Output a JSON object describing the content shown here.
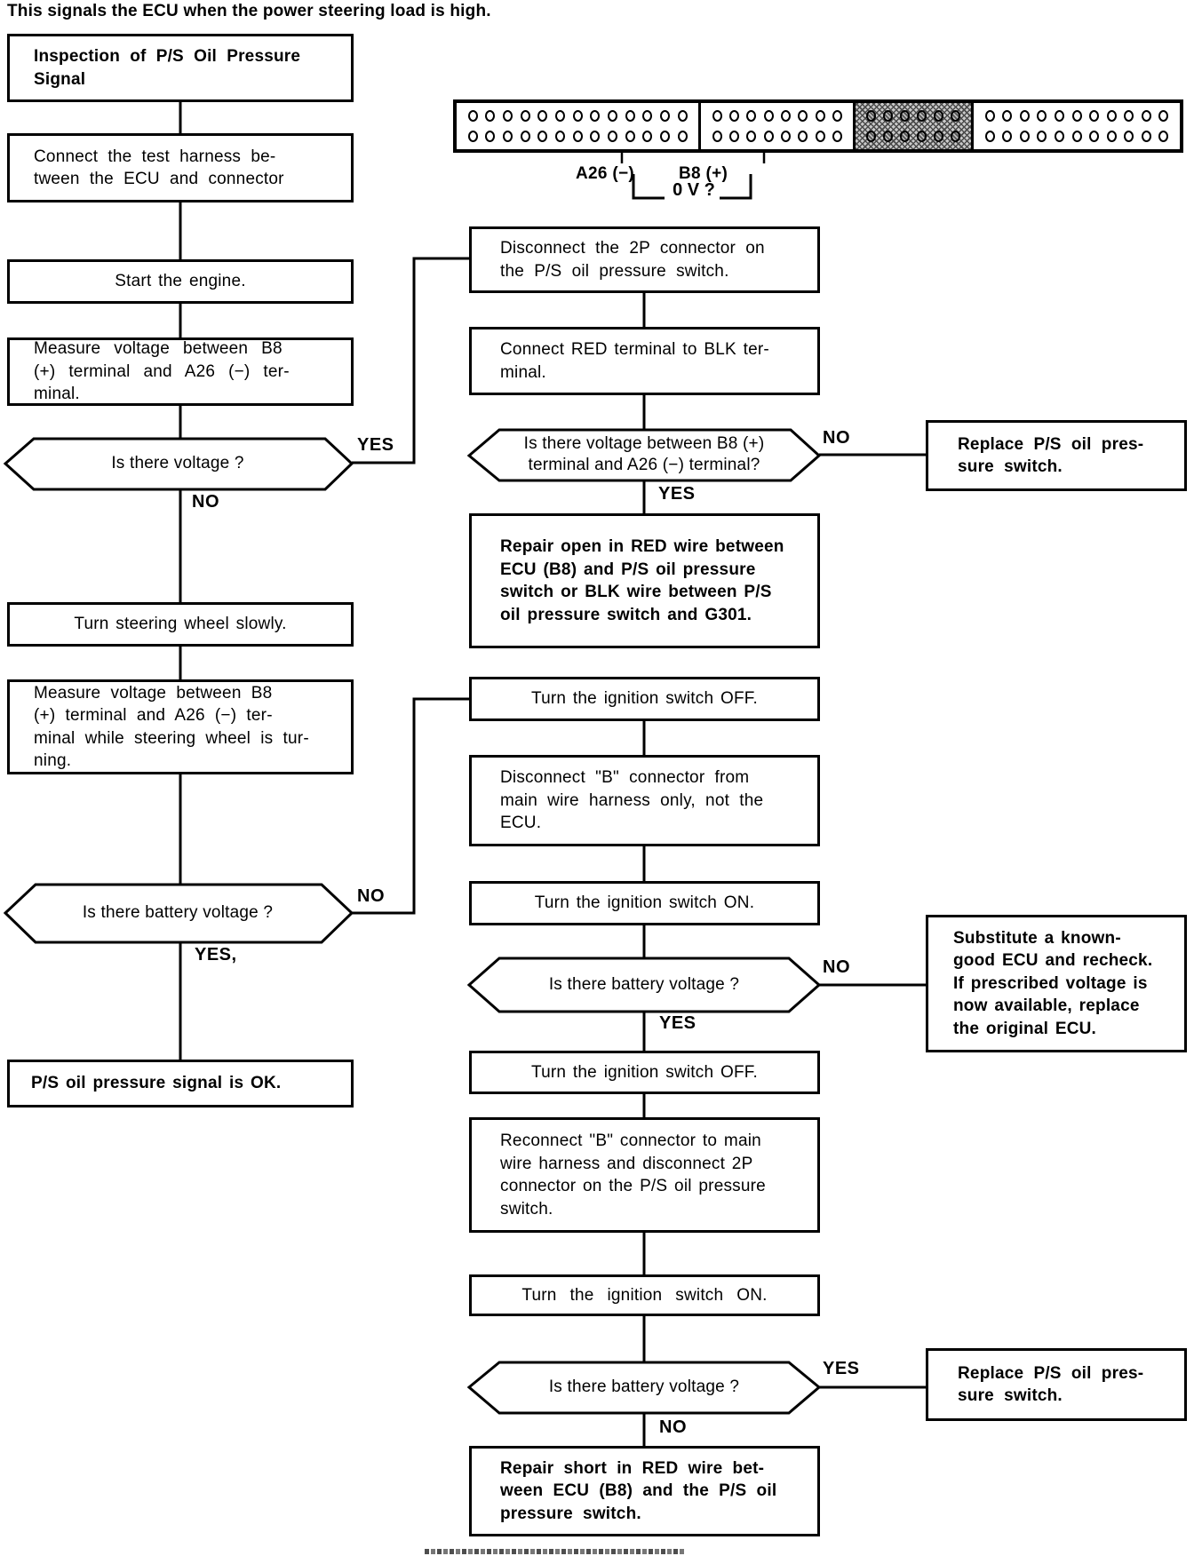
{
  "intro": "This signals the ECU when the power steering load is high.",
  "edge_labels": {
    "yes": "YES",
    "no": "NO",
    "yes_comma": "YES,"
  },
  "connector_diagram": {
    "rows": 2,
    "sections": [
      {
        "cols": 13,
        "hatched": false
      },
      {
        "cols": 8,
        "hatched": false
      },
      {
        "cols": 6,
        "hatched": true
      },
      {
        "cols": 11,
        "hatched": false
      }
    ],
    "pin_a26_label": "A26 (−)",
    "pin_b8_label": "B8 (+)",
    "voltage_question": "0 V ?"
  },
  "flow": {
    "title": "Inspection of P/S Oil Pressure\nSignal",
    "connect_harness": "Connect the test harness be-\ntween the ECU and connector",
    "start_engine": "Start the engine.",
    "measure_voltage": "Measure voltage between B8\n(+) terminal and A26 (−) ter-\nminal.",
    "q_voltage": "Is there voltage ?",
    "turn_wheel": "Turn steering wheel slowly.",
    "measure_voltage_turning": "Measure voltage between B8\n(+) terminal and A26 (−) ter-\nminal while steering wheel is tur-\nning.",
    "q_battery_left": "Is there battery voltage ?",
    "signal_ok": "P/S oil pressure signal is OK.",
    "disconnect_2p": "Disconnect the 2P connector on\nthe P/S oil pressure switch.",
    "connect_red_blk": "Connect RED terminal to BLK ter-\nminal.",
    "q_voltage_b8_a26": "Is there voltage between B8 (+)\nterminal and A26 (−) terminal?",
    "repair_open": "Repair open in RED wire between\nECU (B8) and P/S oil pressure\nswitch or BLK wire between P/S\noil pressure switch and G301.",
    "ignition_off_1": "Turn the ignition switch OFF.",
    "disconnect_b": "Disconnect \"B\" connector from\nmain wire harness only, not the\nECU.",
    "ignition_on_1": "Turn the ignition switch ON.",
    "q_battery_mid": "Is there battery voltage ?",
    "ignition_off_2": "Turn the ignition switch OFF.",
    "reconnect_b": "Reconnect \"B\" connector to main\nwire harness and disconnect 2P\nconnector on the P/S oil pressure\nswitch.",
    "ignition_on_2": "Turn the ignition switch ON.",
    "q_battery_bottom": "Is there battery voltage ?",
    "repair_short": "Repair short in RED wire bet-\nween ECU (B8) and the P/S oil\npressure switch.",
    "replace_switch_top": "Replace P/S oil pres-\nsure switch.",
    "substitute_ecu": "Substitute a known-\ngood ECU and recheck.\nIf prescribed voltage is\nnow available, replace\nthe original ECU.",
    "replace_switch_bottom": "Replace P/S oil pres-\nsure switch."
  }
}
